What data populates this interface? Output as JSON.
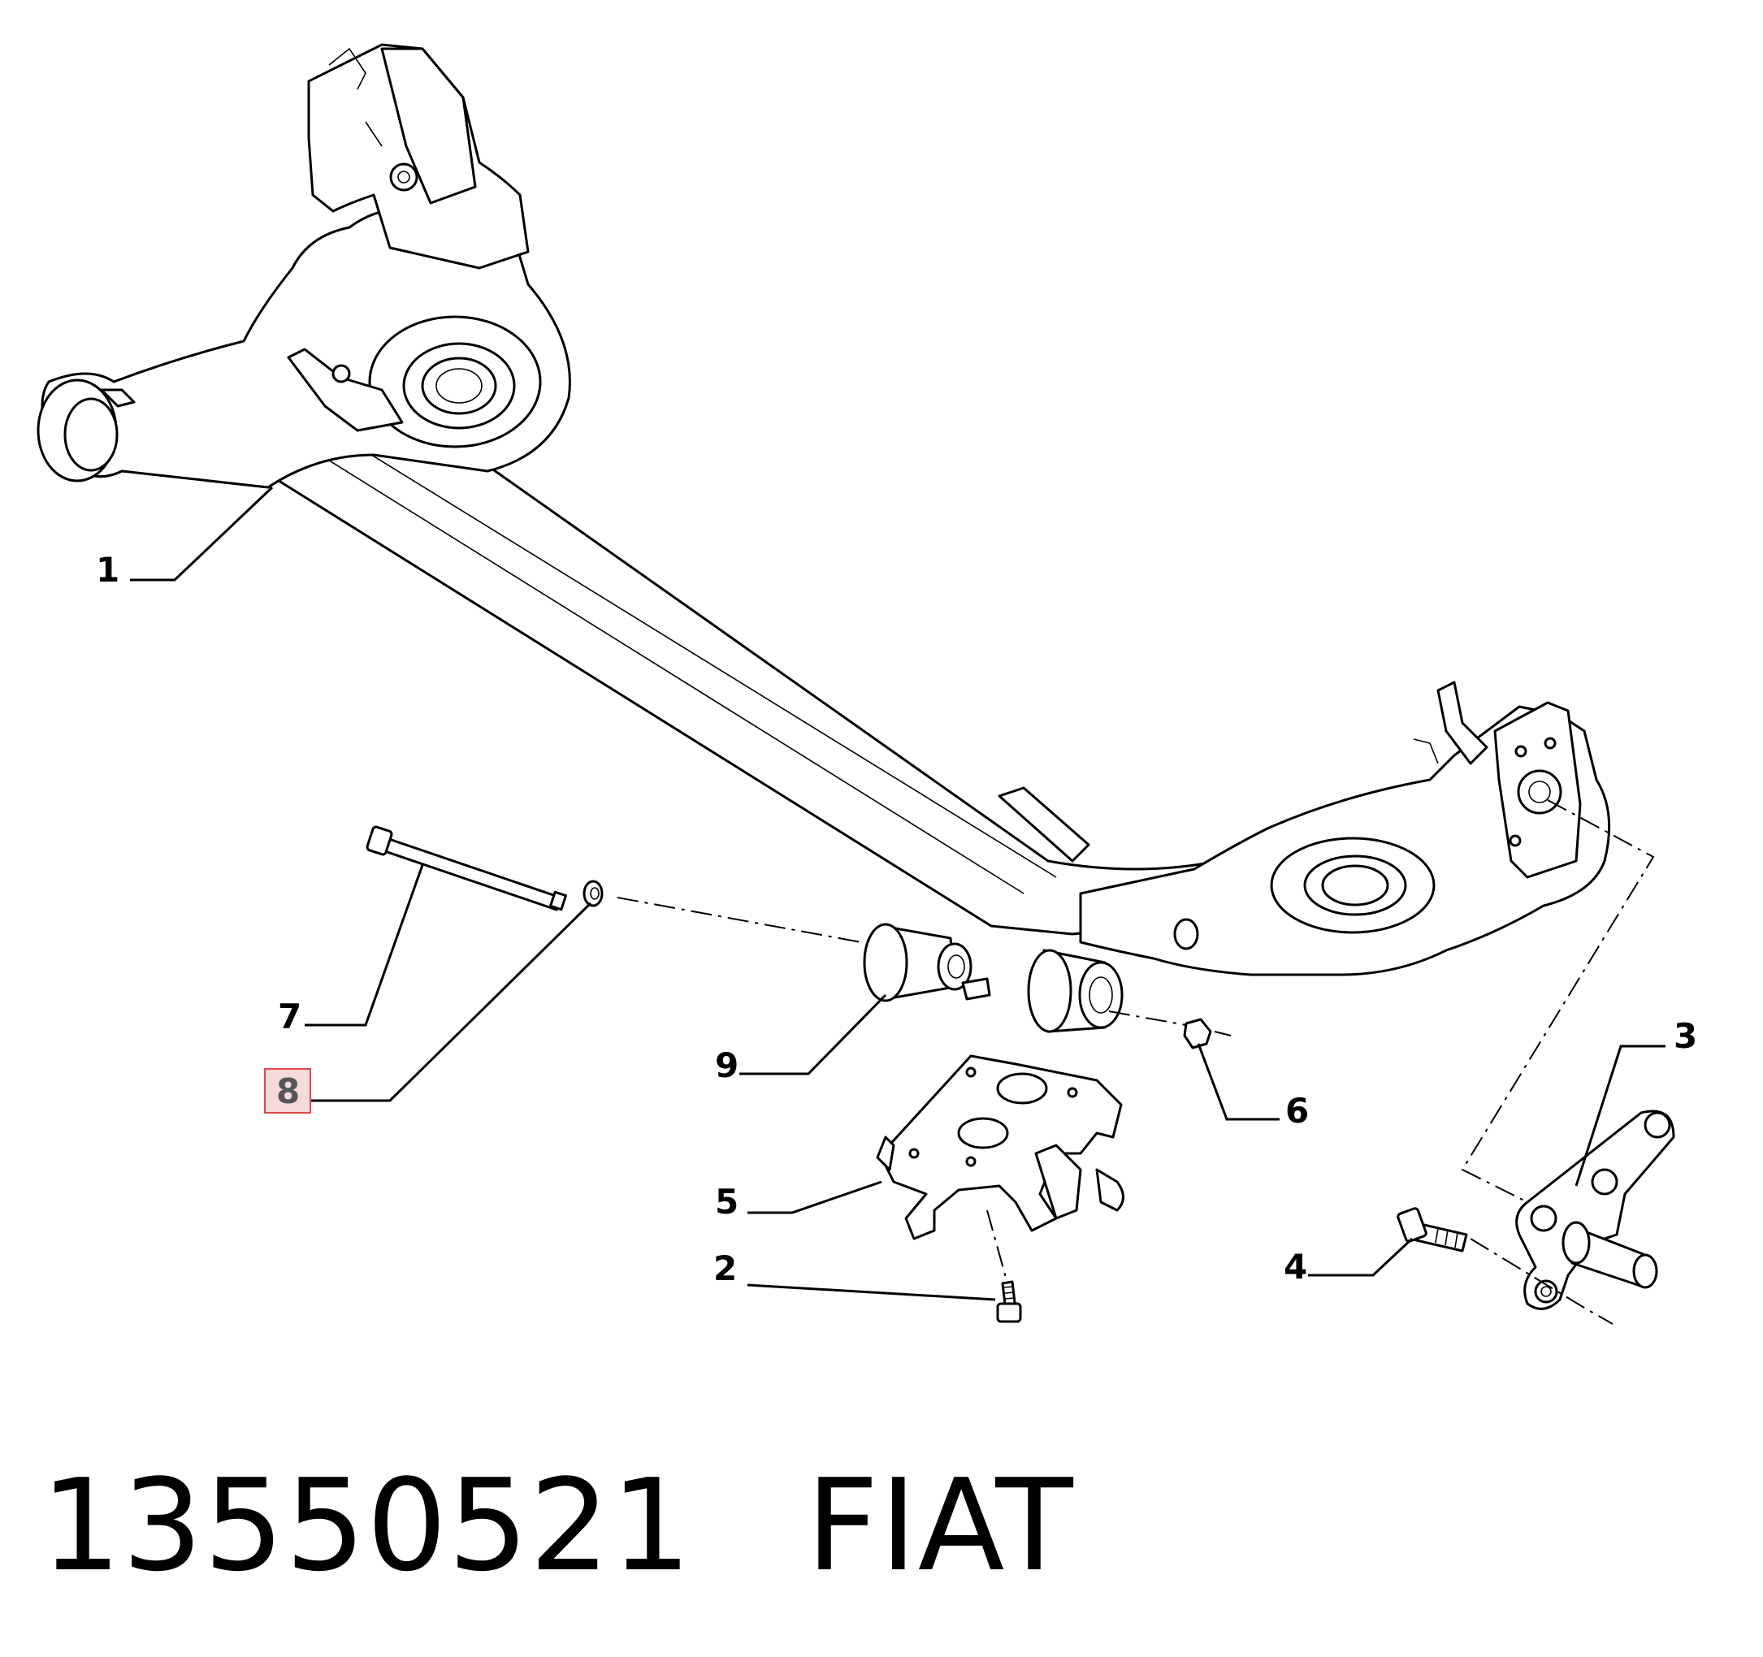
{
  "diagram": {
    "callouts": [
      {
        "id": "1",
        "label": "1"
      },
      {
        "id": "2",
        "label": "2"
      },
      {
        "id": "3",
        "label": "3"
      },
      {
        "id": "4",
        "label": "4"
      },
      {
        "id": "5",
        "label": "5"
      },
      {
        "id": "6",
        "label": "6"
      },
      {
        "id": "7",
        "label": "7"
      },
      {
        "id": "8",
        "label": "8",
        "highlighted": true
      },
      {
        "id": "9",
        "label": "9"
      }
    ],
    "highlight_color": "#e0484c"
  },
  "footer": {
    "part_number": "13550521",
    "brand": "FIAT"
  }
}
